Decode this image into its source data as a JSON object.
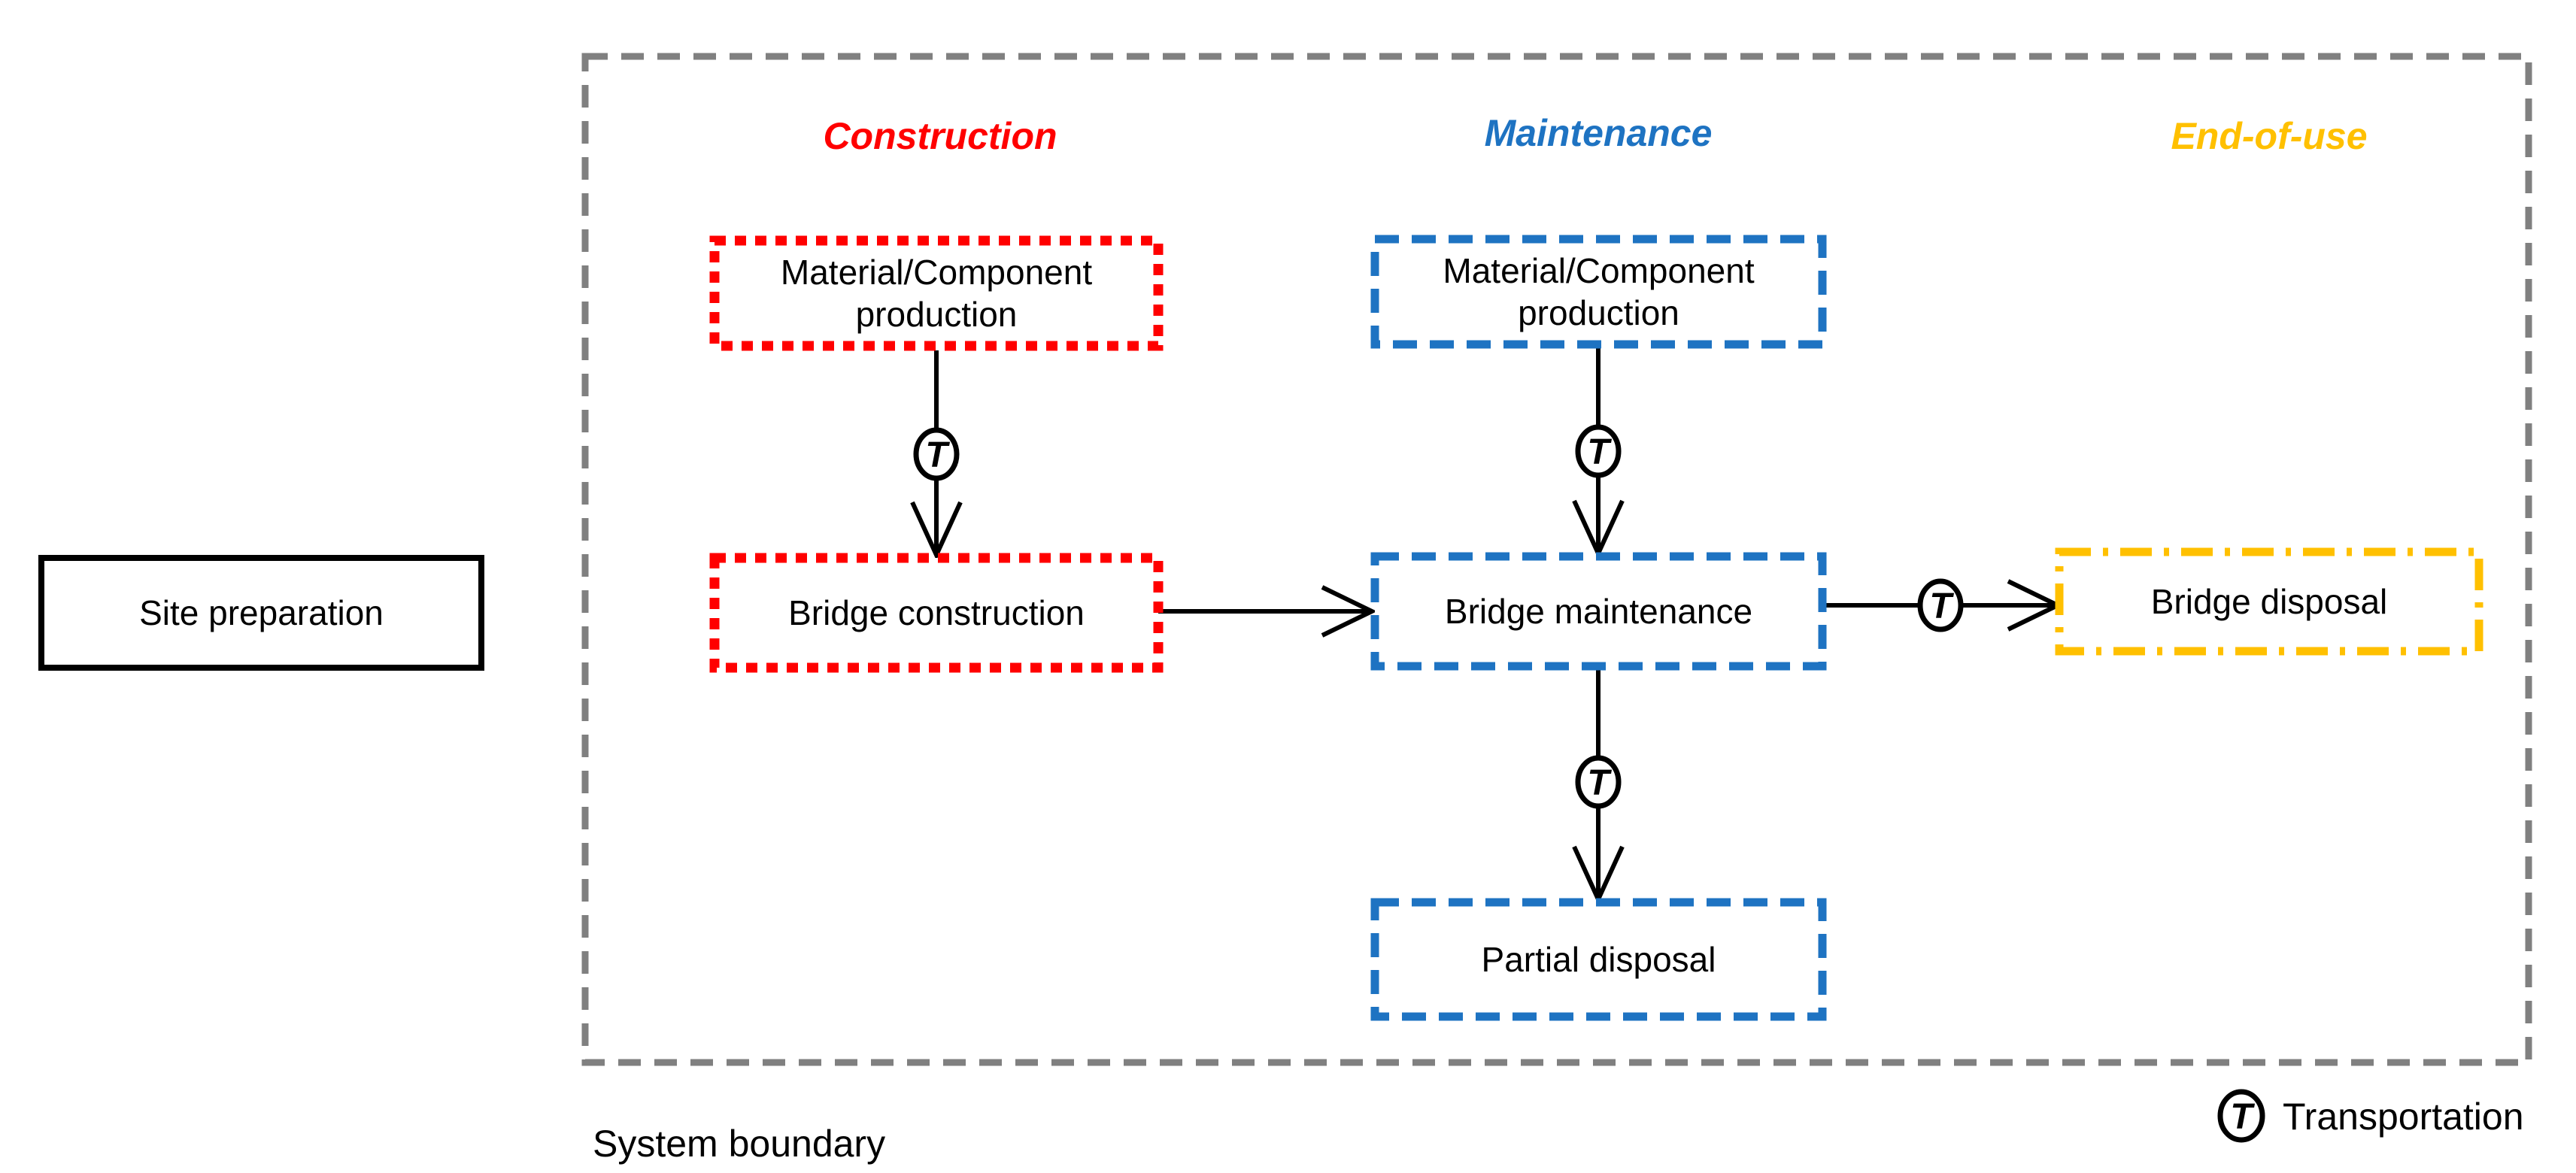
{
  "phases": {
    "construction": "Construction",
    "maintenance": "Maintenance",
    "end_of_use": "End-of-use"
  },
  "boxes": {
    "site_preparation": "Site preparation",
    "material_component_production_construction": "Material/Component production",
    "bridge_construction": "Bridge construction",
    "material_component_production_maintenance": "Material/Component production",
    "bridge_maintenance": "Bridge maintenance",
    "partial_disposal": "Partial disposal",
    "bridge_disposal": "Bridge disposal"
  },
  "transport": {
    "symbol": "T"
  },
  "legend": {
    "transport_label": "Transportation"
  },
  "footer": {
    "system_boundary_label": "System boundary"
  },
  "colors": {
    "construction_red": "#FF0000",
    "maintenance_blue": "#1E73C2",
    "end_of_use_gold": "#FFC000",
    "boundary_gray": "#808080",
    "text_black": "#000000"
  }
}
